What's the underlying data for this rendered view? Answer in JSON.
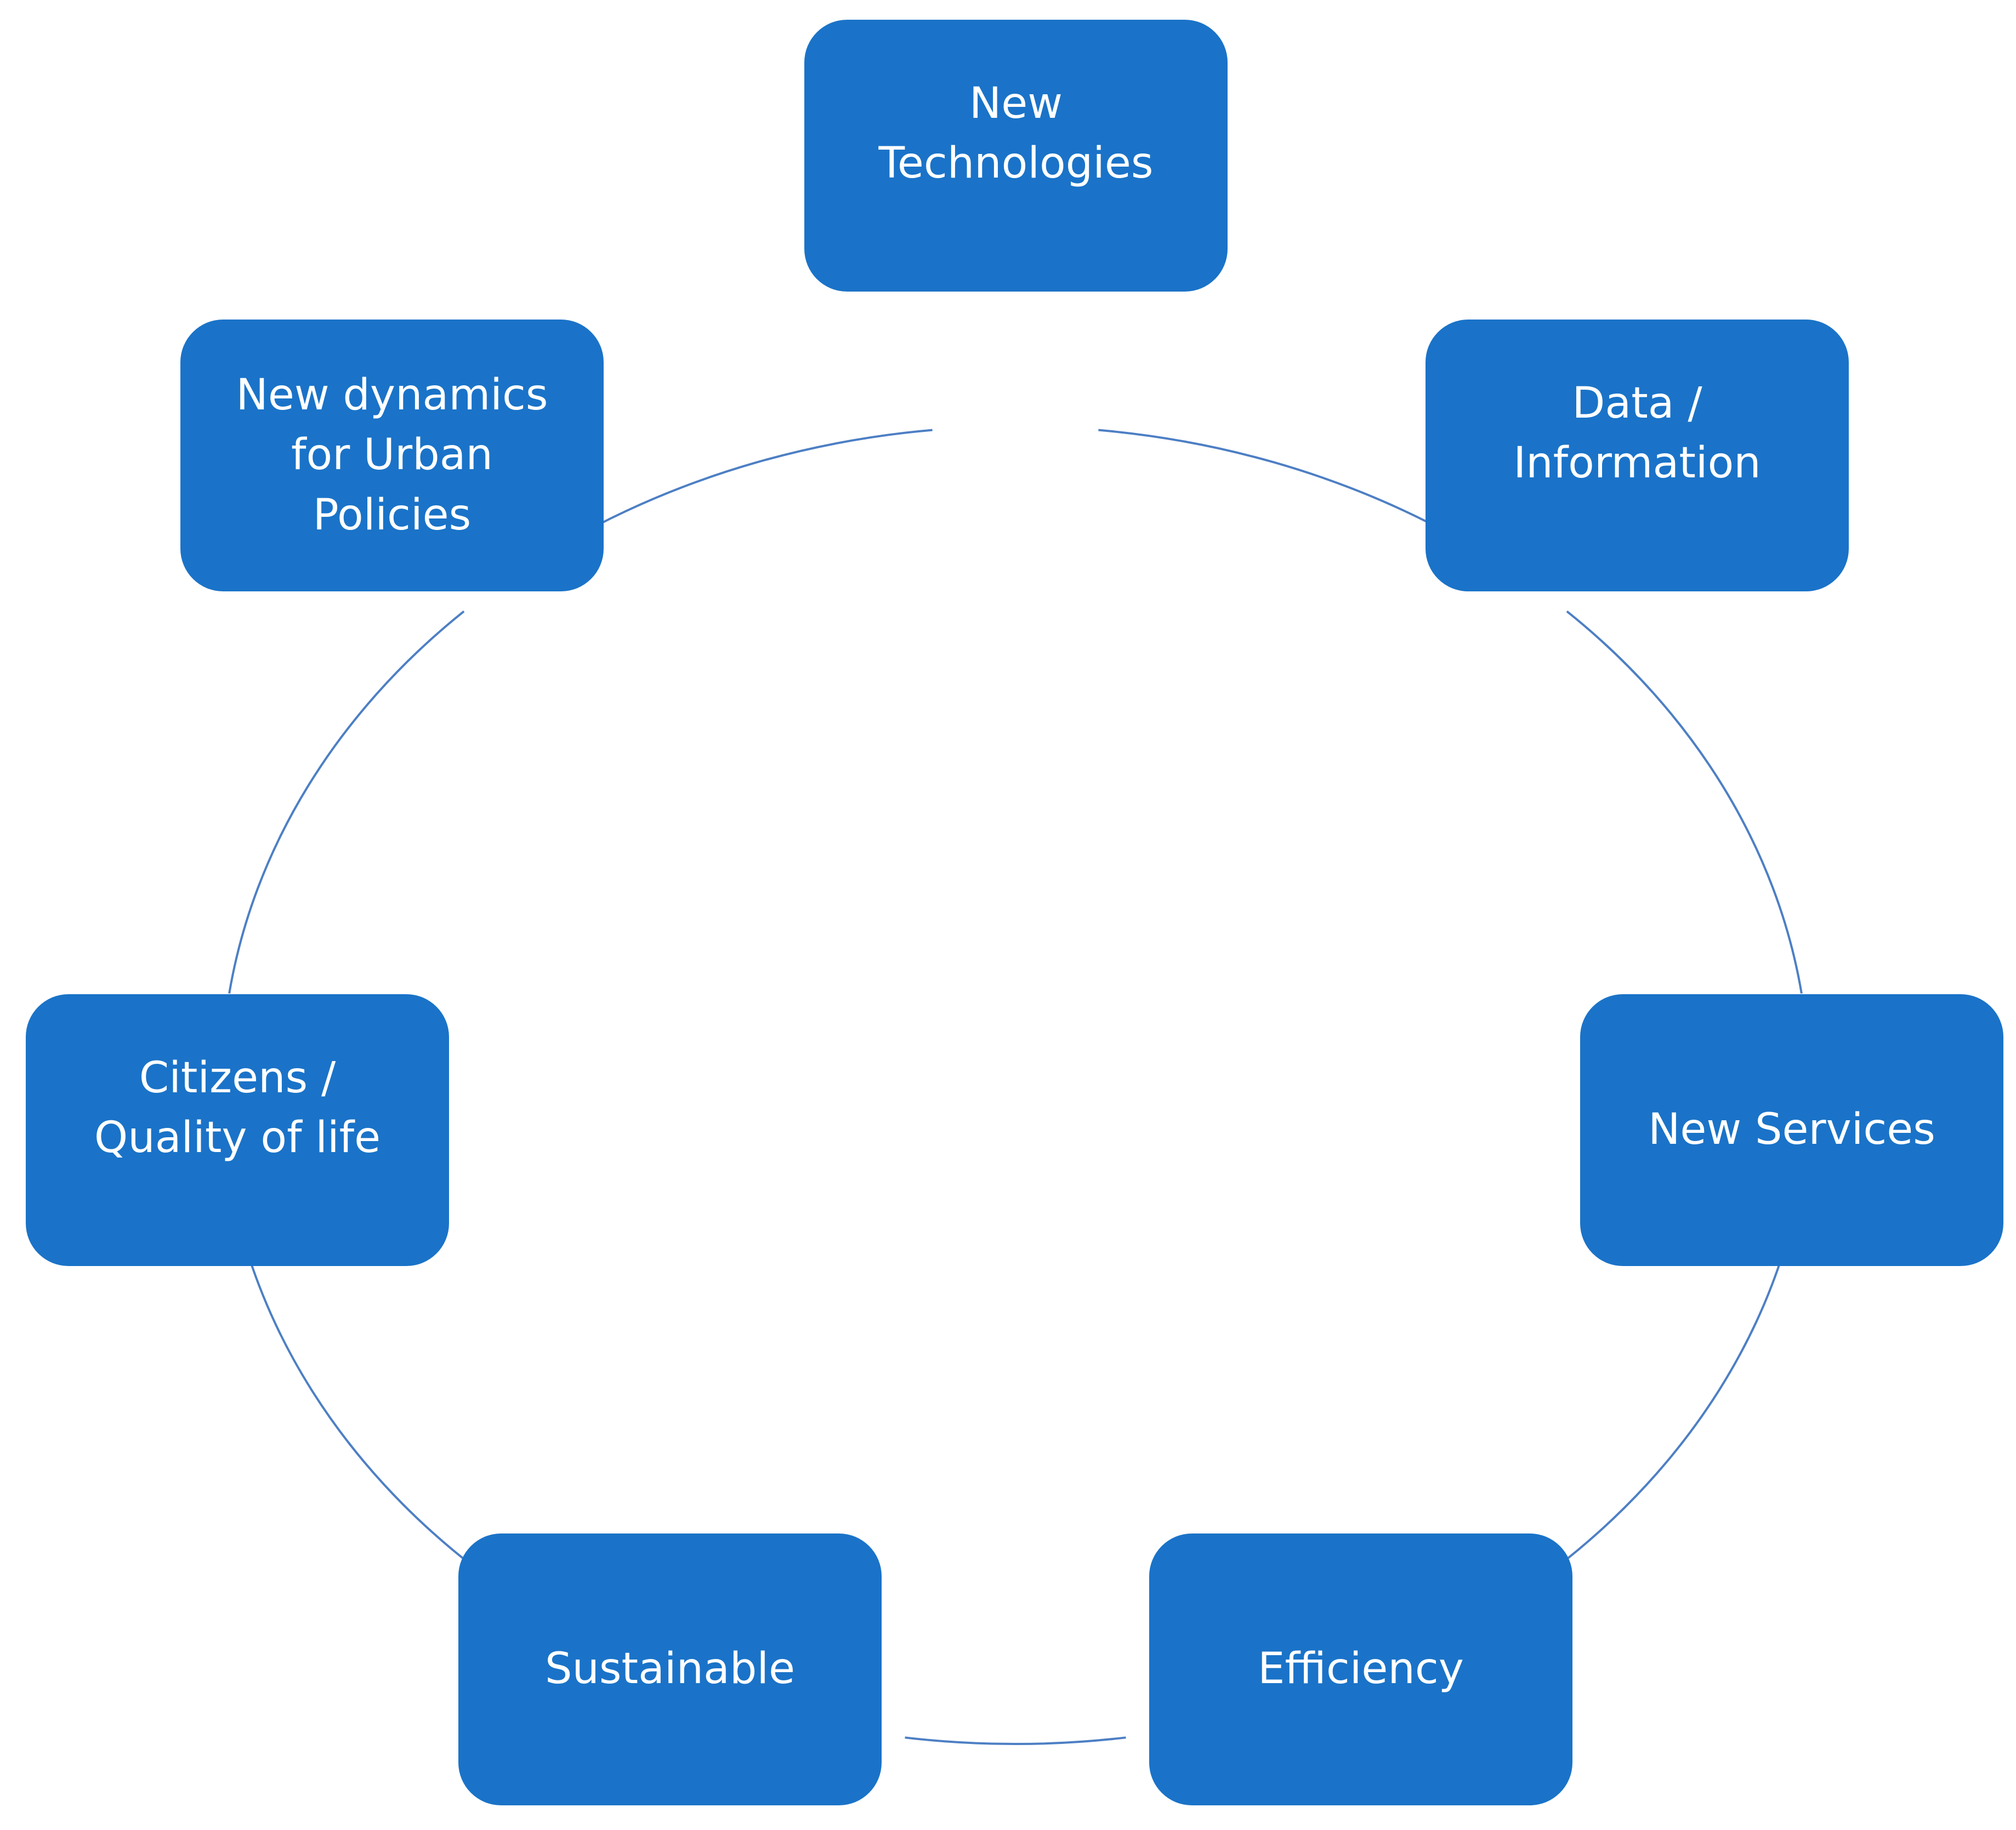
{
  "diagram": {
    "type": "cycle",
    "colors": {
      "node_fill": "#1a73c8",
      "node_text": "#ffffff",
      "connector": "#4d7fc4",
      "background": "#ffffff"
    },
    "nodes": [
      {
        "id": "new-technologies",
        "label": "New\nTechnologies"
      },
      {
        "id": "data-information",
        "label": "Data /\nInformation"
      },
      {
        "id": "new-services",
        "label": "New Services"
      },
      {
        "id": "efficiency",
        "label": "Efficiency"
      },
      {
        "id": "sustainable",
        "label": "Sustainable"
      },
      {
        "id": "citizens-quality-of-life",
        "label": "Citizens /\nQuality of life"
      },
      {
        "id": "new-dynamics-urban-policies",
        "label": "New dynamics\nfor Urban\nPolicies"
      }
    ]
  }
}
